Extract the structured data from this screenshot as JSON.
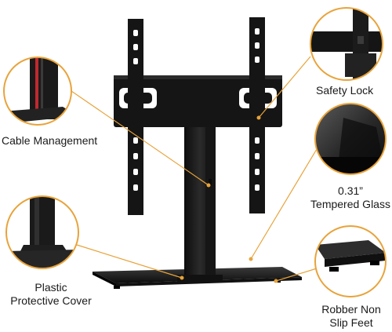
{
  "labels": {
    "cable_management": "Cable Management",
    "safety_lock": "Safety Lock",
    "glass_line1": "0.31”",
    "glass_line2": "Tempered Glass",
    "cover_line1": "Plastic",
    "cover_line2": "Protective Cover",
    "feet_line1": "Robber Non",
    "feet_line2": "Slip Feet"
  },
  "colors": {
    "accent": "#e8a33a",
    "product": "#141414",
    "cable": "#c0282e",
    "text": "#1a1a1a"
  },
  "icons": {
    "callout_marker": "orange-dot"
  }
}
